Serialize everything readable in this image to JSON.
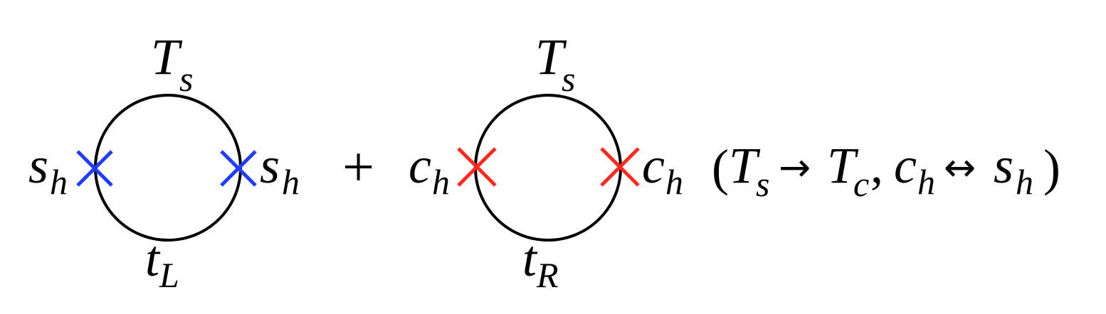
{
  "diagram_1": {
    "top_label": {
      "main": "T",
      "sub": "s"
    },
    "bottom_label": {
      "main": "t",
      "sub": "L"
    },
    "left_vertex": {
      "main": "s",
      "sub": "h"
    },
    "right_vertex": {
      "main": "s",
      "sub": "h"
    },
    "cross_color": "#1f3cff"
  },
  "plus_sign": "+",
  "diagram_2": {
    "top_label": {
      "main": "T",
      "sub": "s"
    },
    "bottom_label": {
      "main": "t",
      "sub": "R"
    },
    "left_vertex": {
      "main": "c",
      "sub": "h"
    },
    "right_vertex": {
      "main": "c",
      "sub": "h"
    },
    "cross_color": "#ff2a1f"
  },
  "substitution": {
    "open_paren": "(",
    "ts_main": "T",
    "ts_sub": "s",
    "arrow": "→",
    "tc_main": "T",
    "tc_sub": "c",
    "comma": ",",
    "ch_main": "c",
    "ch_sub": "h",
    "swap_arrow": "↔",
    "sh_main": "s",
    "sh_sub": "h",
    "close_paren": ")"
  }
}
